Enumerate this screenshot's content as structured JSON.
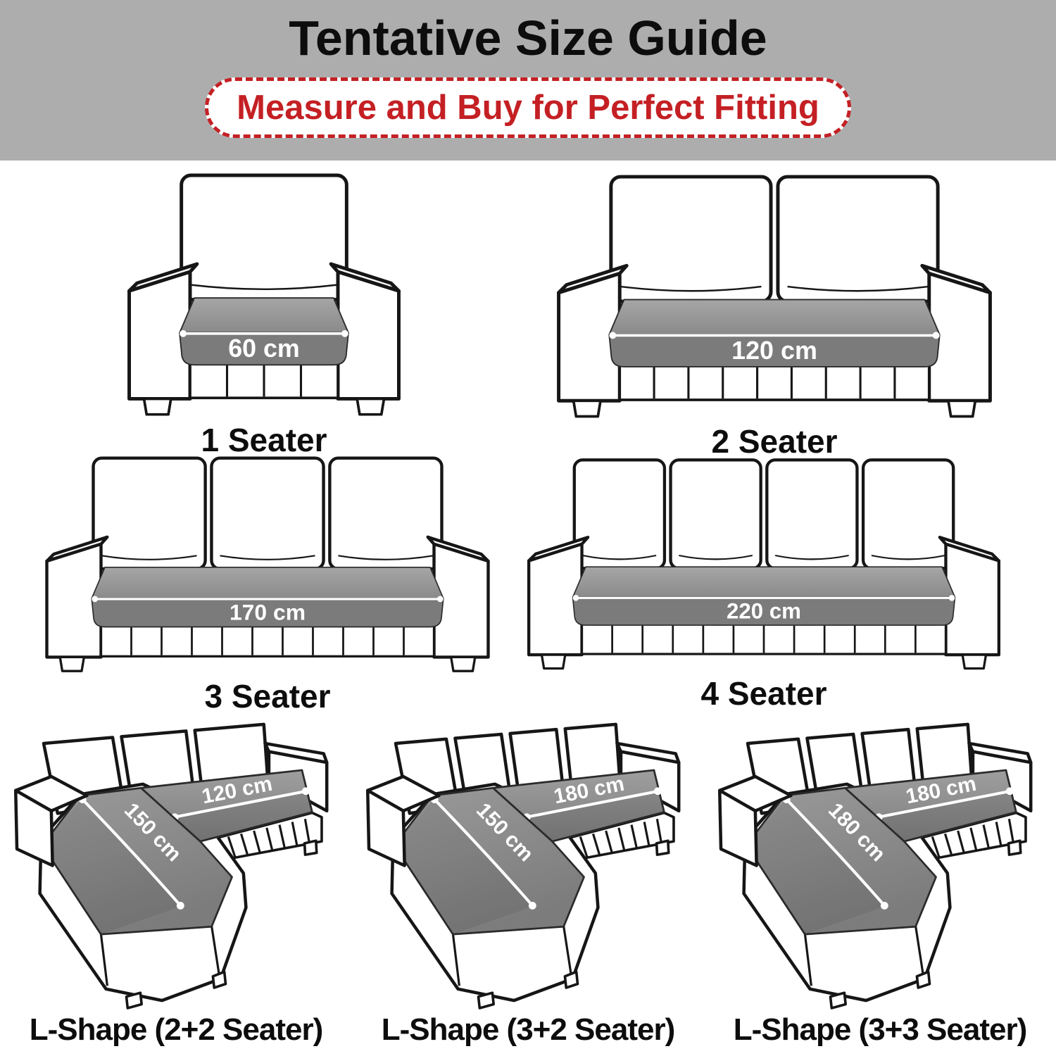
{
  "header": {
    "title": "Tentative Size Guide",
    "subtitle": "Measure and Buy for Perfect Fitting"
  },
  "colors": {
    "header_bg": "#adadad",
    "accent_red": "#c42024",
    "outline_black": "#161616",
    "seat_gray_top_light": "#a6a6a6",
    "seat_gray_top_dark": "#8a8a8a",
    "seat_gray_front": "#7b7b7b",
    "measure_text": "#ffffff",
    "label_text": "#0d0d0d"
  },
  "sofas": [
    {
      "type": "straight",
      "seats": 1,
      "label": "1 Seater",
      "seat_width": "60 cm"
    },
    {
      "type": "straight",
      "seats": 2,
      "label": "2 Seater",
      "seat_width": "120 cm"
    },
    {
      "type": "straight",
      "seats": 3,
      "label": "3 Seater",
      "seat_width": "170 cm"
    },
    {
      "type": "straight",
      "seats": 4,
      "label": "4 Seater",
      "seat_width": "220 cm"
    },
    {
      "type": "l-shape",
      "back_cushions": 3,
      "label": "L-Shape (2+2 Seater)",
      "sofa_width": "120 cm",
      "chaise_length": "150 cm"
    },
    {
      "type": "l-shape",
      "back_cushions": 4,
      "label": "L-Shape (3+2 Seater)",
      "sofa_width": "180 cm",
      "chaise_length": "150 cm"
    },
    {
      "type": "l-shape",
      "back_cushions": 4,
      "label": "L-Shape (3+3 Seater)",
      "sofa_width": "180 cm",
      "chaise_length": "180 cm"
    }
  ]
}
